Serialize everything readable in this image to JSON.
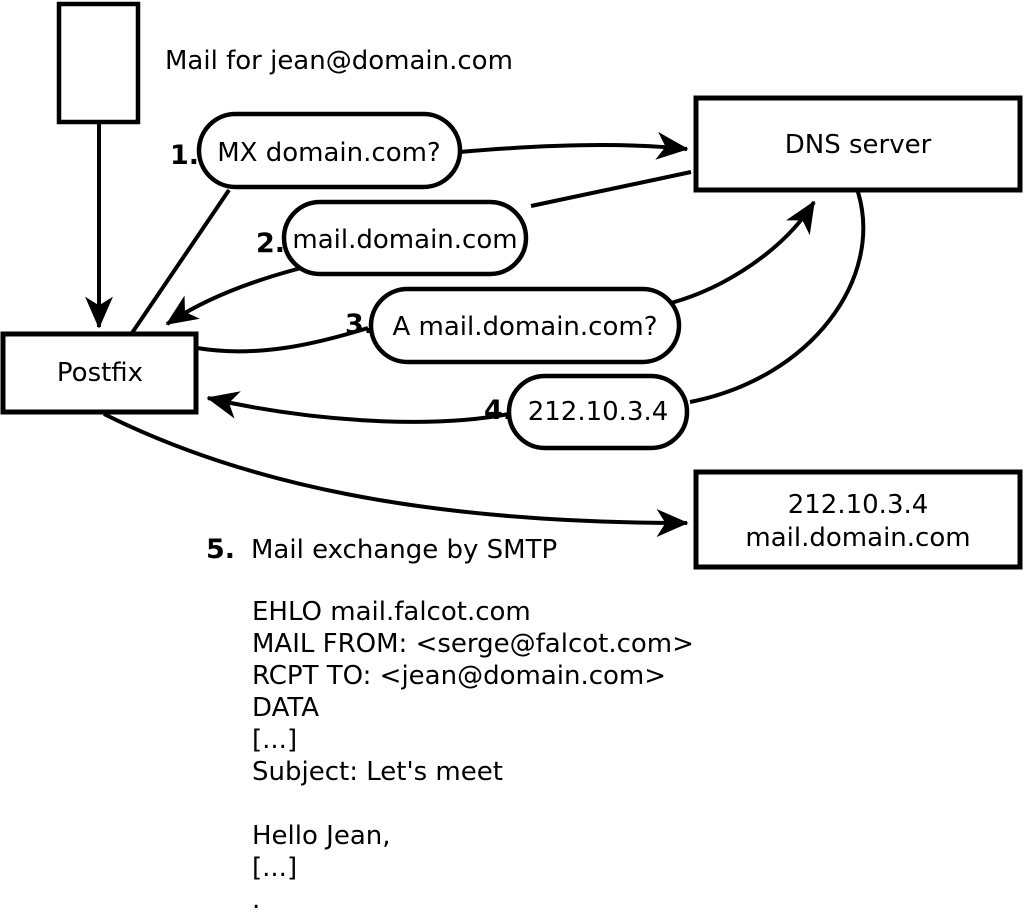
{
  "colors": {
    "ink": "#000000",
    "paper": "#ffffff"
  },
  "caption": "Mail for jean@domain.com",
  "nodes": {
    "sender_label": "",
    "postfix_label": "Postfix",
    "dns_label": "DNS server",
    "mailserver_line1": "212.10.3.4",
    "mailserver_line2": "mail.domain.com"
  },
  "steps": [
    {
      "num": "1.",
      "label": "MX domain.com?"
    },
    {
      "num": "2.",
      "label": "mail.domain.com"
    },
    {
      "num": "3.",
      "label": "A mail.domain.com?"
    },
    {
      "num": "4.",
      "label": "212.10.3.4"
    },
    {
      "num": "5.",
      "label": "Mail exchange by SMTP"
    }
  ],
  "smtp_session": {
    "lines": [
      "EHLO mail.falcot.com",
      "MAIL FROM: <serge@falcot.com>",
      "RCPT TO: <jean@domain.com>",
      "DATA",
      "[...]",
      "Subject: Let's meet",
      "",
      "Hello Jean,",
      "[...]",
      "."
    ]
  }
}
